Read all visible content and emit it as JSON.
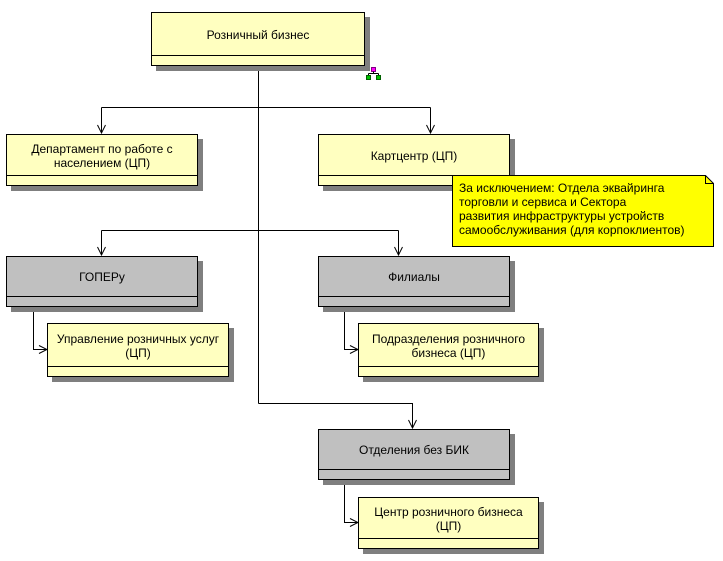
{
  "nodes": {
    "retail": {
      "label": "Розничный бизнес"
    },
    "dept": {
      "label": "Департамент по работе с населением (ЦП)"
    },
    "cards": {
      "label": "Картцентр (ЦП)"
    },
    "goper": {
      "label": "ГОПЕРу"
    },
    "filialy": {
      "label": "Филиалы"
    },
    "upr": {
      "label": "Управление розничных услуг (ЦП)"
    },
    "podr": {
      "label": "Подразделения розничного бизнеса (ЦП)"
    },
    "otd": {
      "label": "Отделения без БИК"
    },
    "center": {
      "label": "Центр розничного бизнеса (ЦП)"
    }
  },
  "note": {
    "text": "За исключением: Отдела эквайринга\nторговли и сервиса и Сектора\nразвития инфраструктуры устройств\nсамообслуживания (для корпоклиентов)"
  },
  "icons": {
    "org_chart": "org-chart-icon"
  },
  "colors": {
    "box_yellow": "#ffffc0",
    "box_gray": "#c0c0c0",
    "note_yellow": "#ffff00",
    "shadow": "#7f7f7f"
  }
}
